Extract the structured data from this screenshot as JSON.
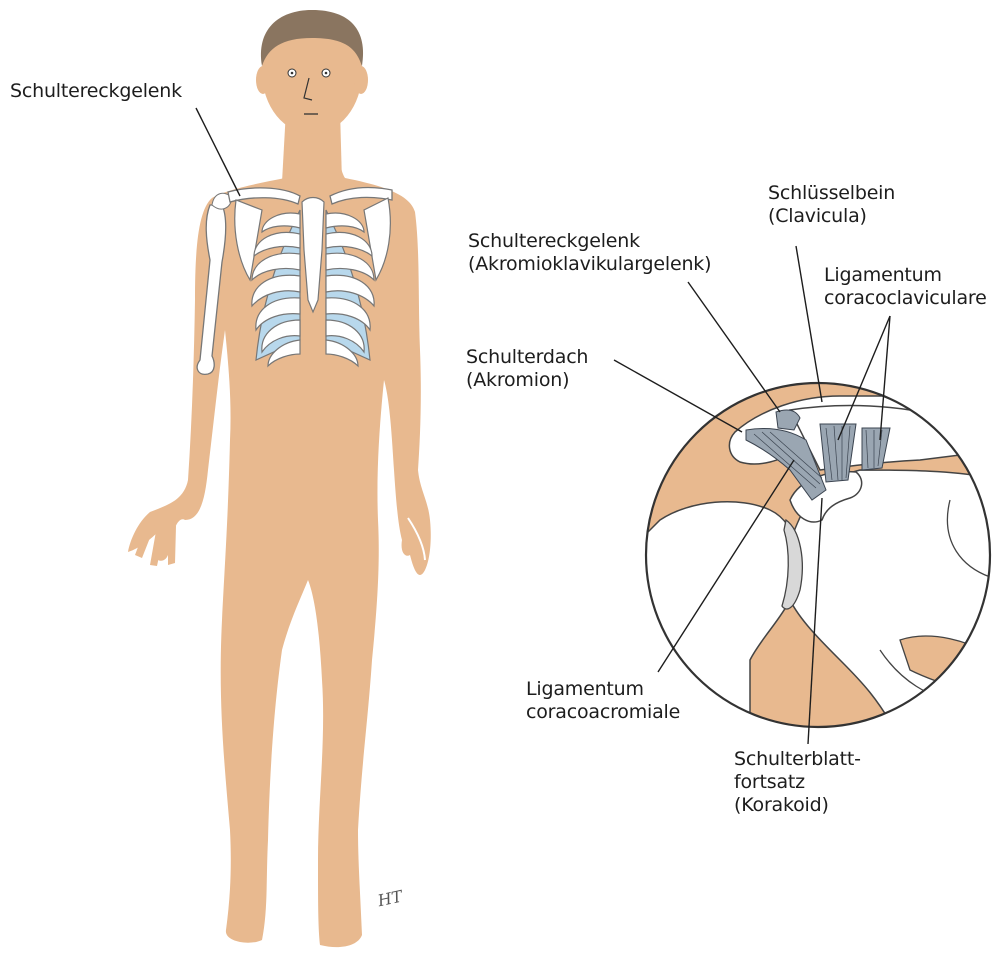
{
  "labels": {
    "schultereckgelenk_body": "Schultereckgelenk",
    "schluesselbein": [
      "Schlüsselbein",
      "(Clavicula)"
    ],
    "schultereckgelenk_detail": [
      "Schultereckgelenk",
      "(Akromioklavikulargelenk)"
    ],
    "ligamentum_coracoclaviculare": [
      "Ligamentum",
      "coracoclaviculare"
    ],
    "schulterdach": [
      "Schulterdach",
      "(Akromion)"
    ],
    "ligamentum_coracoacromiale": [
      "Ligamentum",
      "coracoacromiale"
    ],
    "schulterblattfortsatz": [
      "Schulterblatt-",
      "fortsatz",
      "(Korakoid)"
    ]
  },
  "signature": "HT",
  "colors": {
    "skin": "#e8b98f",
    "hair": "#8a7560",
    "bone": "#ffffff",
    "bone_outline": "#7a7a7a",
    "cartilage": "#b8d8ec",
    "ligament": "#9aa6b2",
    "background_gray": "#a7a7a7",
    "outline": "#333333"
  }
}
